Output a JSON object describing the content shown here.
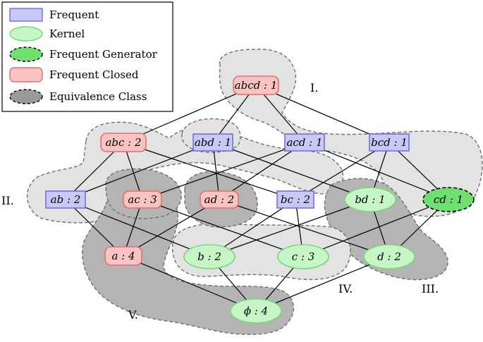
{
  "legend": {
    "items": [
      {
        "label": "Frequent",
        "shape": "rect",
        "fill": "#c8c8f5",
        "stroke": "#7070e0",
        "dashed": false
      },
      {
        "label": "Kernel",
        "shape": "ellipse",
        "fill": "#c6f5c6",
        "stroke": "#7ad67a",
        "dashed": false
      },
      {
        "label": "Frequent Generator",
        "shape": "ellipse",
        "fill": "#6fe06f",
        "stroke": "#000000",
        "dashed": true
      },
      {
        "label": "Frequent Closed",
        "shape": "roundrect",
        "fill": "#f9c3c3",
        "stroke": "#e07070",
        "dashed": false
      },
      {
        "label": "Equivalence Class",
        "shape": "ellipse",
        "fill": "#9a9a9a",
        "stroke": "#000000",
        "dashed": true
      }
    ]
  },
  "nodes": {
    "abcd": {
      "label": "abcd : 1",
      "kind": "closed"
    },
    "abc": {
      "label": "abc : 2",
      "kind": "closed"
    },
    "abd": {
      "label": "abd : 1",
      "kind": "frequent"
    },
    "acd": {
      "label": "acd : 1",
      "kind": "frequent"
    },
    "bcd": {
      "label": "bcd : 1",
      "kind": "frequent"
    },
    "ab": {
      "label": "ab : 2",
      "kind": "frequent"
    },
    "ac": {
      "label": "ac : 3",
      "kind": "closed"
    },
    "ad": {
      "label": "ad : 2",
      "kind": "closed"
    },
    "bc": {
      "label": "bc : 2",
      "kind": "frequent"
    },
    "bd": {
      "label": "bd : 1",
      "kind": "kernel"
    },
    "cd": {
      "label": "cd : 1",
      "kind": "generator"
    },
    "a": {
      "label": "a : 4",
      "kind": "closed"
    },
    "b": {
      "label": "b : 2",
      "kind": "kernel"
    },
    "c": {
      "label": "c : 3",
      "kind": "kernel"
    },
    "d": {
      "label": "d : 2",
      "kind": "kernel"
    },
    "phi": {
      "label": "ϕ : 4",
      "kind": "kernel"
    }
  },
  "edges": [
    [
      "abcd",
      "abc"
    ],
    [
      "abcd",
      "abd"
    ],
    [
      "abcd",
      "acd"
    ],
    [
      "abcd",
      "bcd"
    ],
    [
      "abc",
      "ab"
    ],
    [
      "abc",
      "ac"
    ],
    [
      "abc",
      "bc"
    ],
    [
      "abd",
      "ab"
    ],
    [
      "abd",
      "ad"
    ],
    [
      "abd",
      "bd"
    ],
    [
      "acd",
      "ac"
    ],
    [
      "acd",
      "ad"
    ],
    [
      "acd",
      "cd"
    ],
    [
      "bcd",
      "bc"
    ],
    [
      "bcd",
      "bd"
    ],
    [
      "bcd",
      "cd"
    ],
    [
      "ab",
      "a"
    ],
    [
      "ab",
      "b"
    ],
    [
      "ac",
      "a"
    ],
    [
      "ac",
      "c"
    ],
    [
      "ad",
      "a"
    ],
    [
      "ad",
      "d"
    ],
    [
      "bc",
      "b"
    ],
    [
      "bc",
      "c"
    ],
    [
      "bd",
      "b"
    ],
    [
      "bd",
      "d"
    ],
    [
      "cd",
      "c"
    ],
    [
      "cd",
      "d"
    ],
    [
      "a",
      "phi"
    ],
    [
      "b",
      "phi"
    ],
    [
      "c",
      "phi"
    ],
    [
      "d",
      "phi"
    ]
  ],
  "class_labels": {
    "I": "I.",
    "II": "II.",
    "III": "III.",
    "IV": "IV.",
    "V": "V."
  },
  "colors": {
    "frequent_fill": "#c8c8f5",
    "frequent_stroke": "#7070e0",
    "closed_fill": "#f9c3c3",
    "closed_stroke": "#e07070",
    "kernel_fill": "#c6f5c6",
    "kernel_stroke": "#7ad67a",
    "generator_fill": "#6fe06f",
    "light_region": "#e3e3e3",
    "dark_region": "#b4b4b4",
    "region_stroke": "#707070"
  }
}
